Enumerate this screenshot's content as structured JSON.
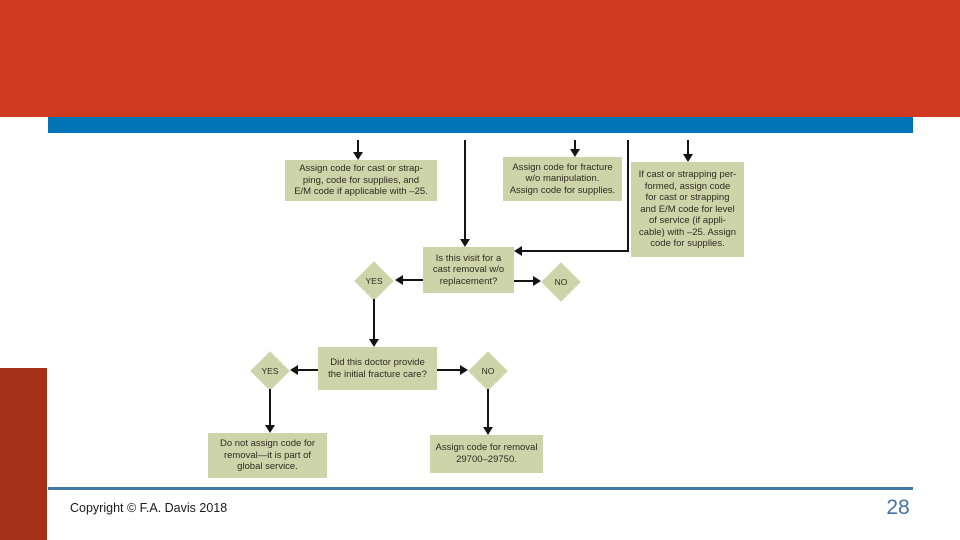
{
  "flowchart": {
    "boxes": [
      {
        "id": "assign-cast-strapping",
        "text": "Assign code for cast or strap-\nping, code for supplies, and\nE/M code if applicable with –25."
      },
      {
        "id": "assign-fracture",
        "text": "Assign code for fracture\nw/o manipulation.\nAssign code for supplies."
      },
      {
        "id": "cast-strapping-performed",
        "text": "If cast or strapping per-\nformed, assign code\nfor cast or strapping\nand E/M code for level\nof service (if appli-\ncable) with –25.  Assign\ncode for supplies."
      },
      {
        "id": "question-cast-removal",
        "text": "Is this visit for a\ncast removal w/o\nreplacement?"
      },
      {
        "id": "question-initial-care",
        "text": "Did this doctor provide\nthe initial fracture care?"
      },
      {
        "id": "do-not-assign-removal",
        "text": "Do not assign code for\nremoval—it is part of\nglobal service."
      },
      {
        "id": "assign-removal-code",
        "text": "Assign code for removal\n29700–29750."
      }
    ],
    "diamonds": [
      {
        "label": "YES"
      },
      {
        "label": "NO"
      },
      {
        "label": "YES"
      },
      {
        "label": "NO"
      }
    ]
  },
  "footer": {
    "copyright": "Copyright © F.A. Davis 2018",
    "page_number": "28"
  },
  "colors": {
    "banner_red": "#d03a20",
    "accent_red": "#a53118",
    "bar_blue": "#0074b5",
    "box_green": "#cdd4a9",
    "footer_line_blue": "#4579a5",
    "page_number_blue": "#44719e"
  }
}
